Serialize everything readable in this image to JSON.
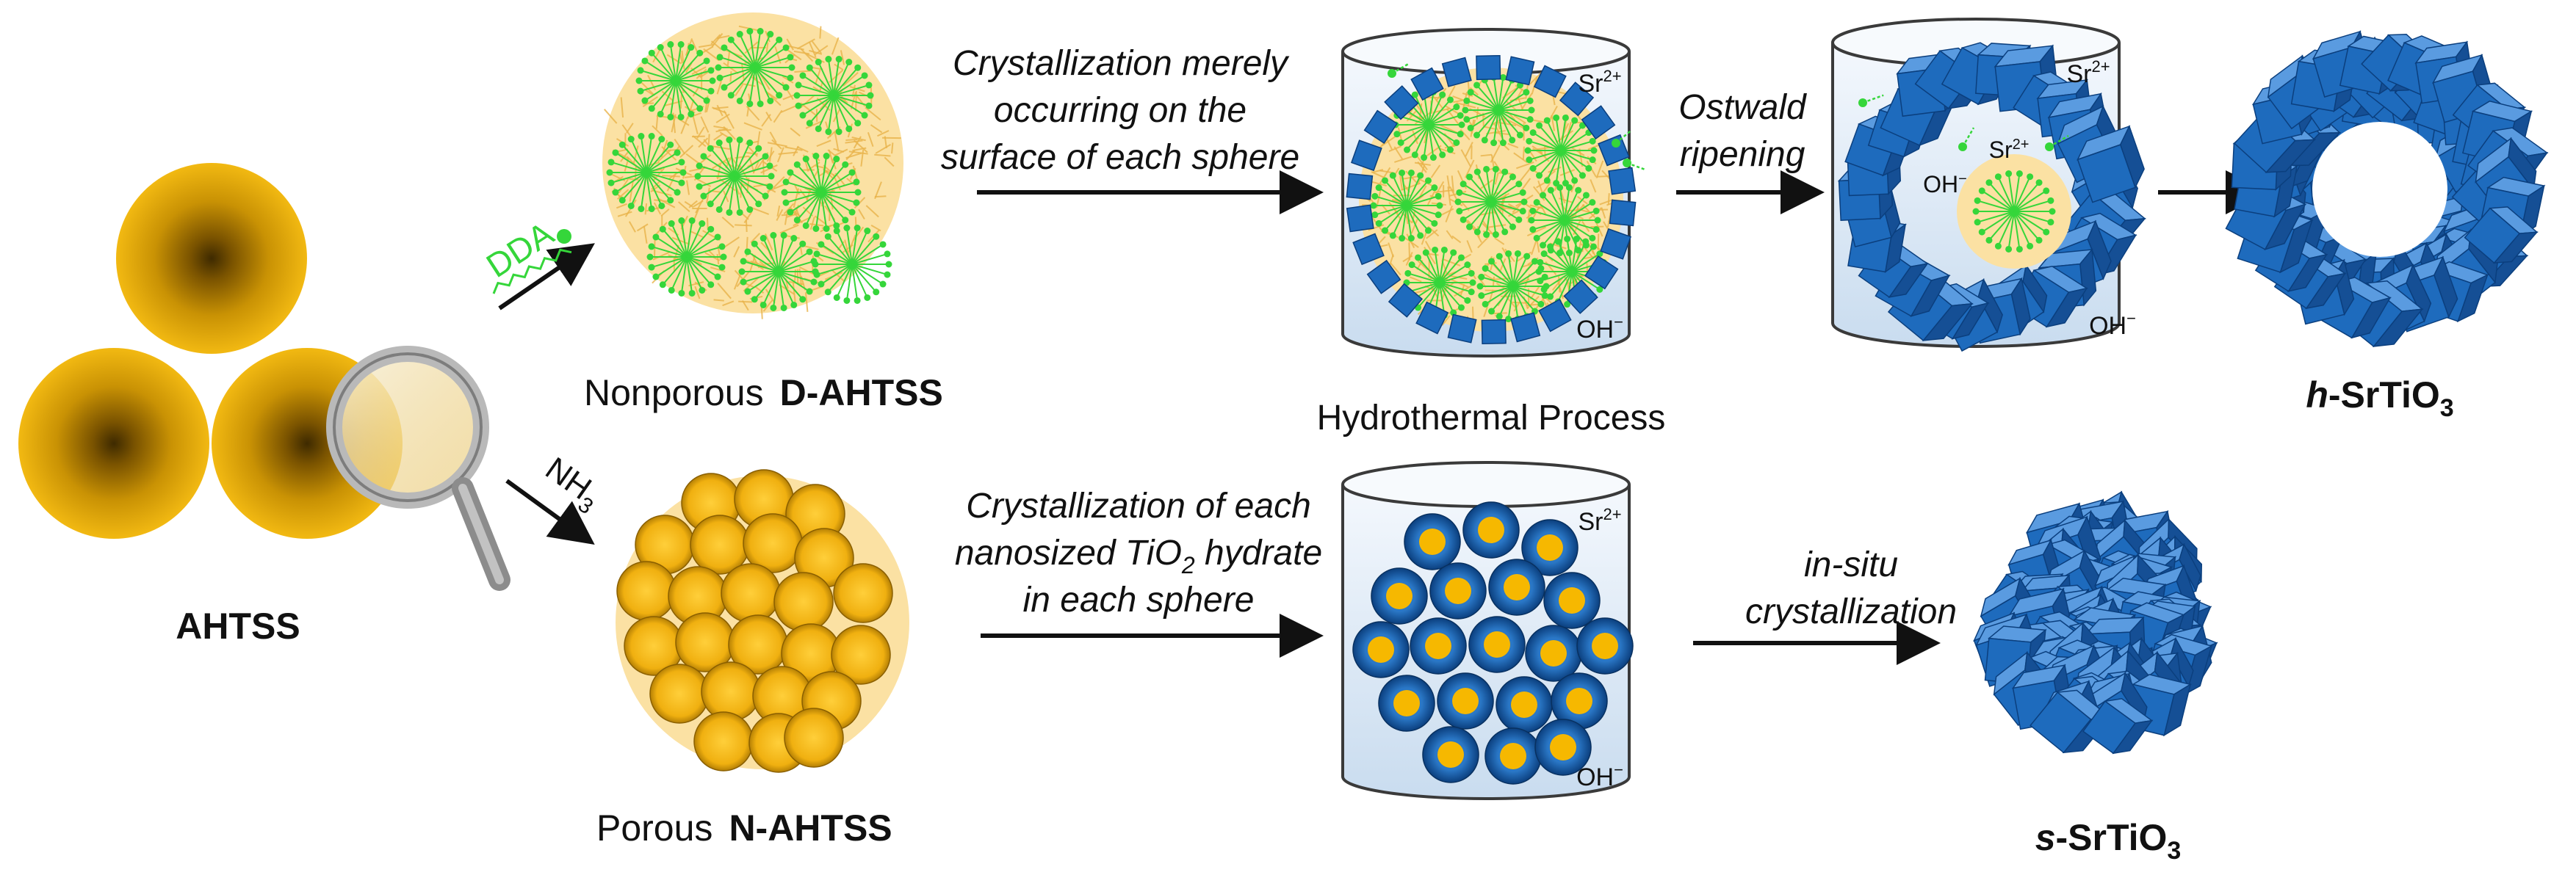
{
  "colors": {
    "gold": "#eeb30f",
    "gold_dark": "#8a5f00",
    "halo": "#fbe1a3",
    "green": "#35d63a",
    "blue": "#1e6bbd",
    "blue_dark": "#0b3f7e",
    "beaker": "#dfeaf6",
    "beaker_line": "#3a3a3a"
  },
  "icons": {
    "magnifier": "magnifying-glass-icon",
    "dda": "surfactant-molecule-icon"
  },
  "labels": {
    "ahtss": "AHTSS",
    "dda": "DDA",
    "nh3_main": "NH",
    "nh3_sub": "3",
    "nonporous_prefix": "Nonporous",
    "nonporous_name": "D-AHTSS",
    "porous_prefix": "Porous",
    "porous_name": "N-AHTSS",
    "hydrothermal": "Hydrothermal Process",
    "top_step_1": "Crystallization merely",
    "top_step_2": "occurring on the",
    "top_step_3": "surface of each sphere",
    "ostwald_1": "Ostwald",
    "ostwald_2": "ripening",
    "bot_step_1": "Crystallization of each",
    "bot_step_2a": "nanosized TiO",
    "bot_step_2sub": "2",
    "bot_step_2b": " hydrate",
    "bot_step_3": "in each sphere",
    "insitu_1": "in-situ",
    "insitu_2": "crystallization",
    "sr_main": "Sr",
    "sr_sup": "2+",
    "oh": "OH",
    "oh_sup": "−",
    "h_prefix": "h",
    "s_prefix": "s",
    "product_suffix_a": "-SrTiO",
    "product_sub": "3"
  }
}
